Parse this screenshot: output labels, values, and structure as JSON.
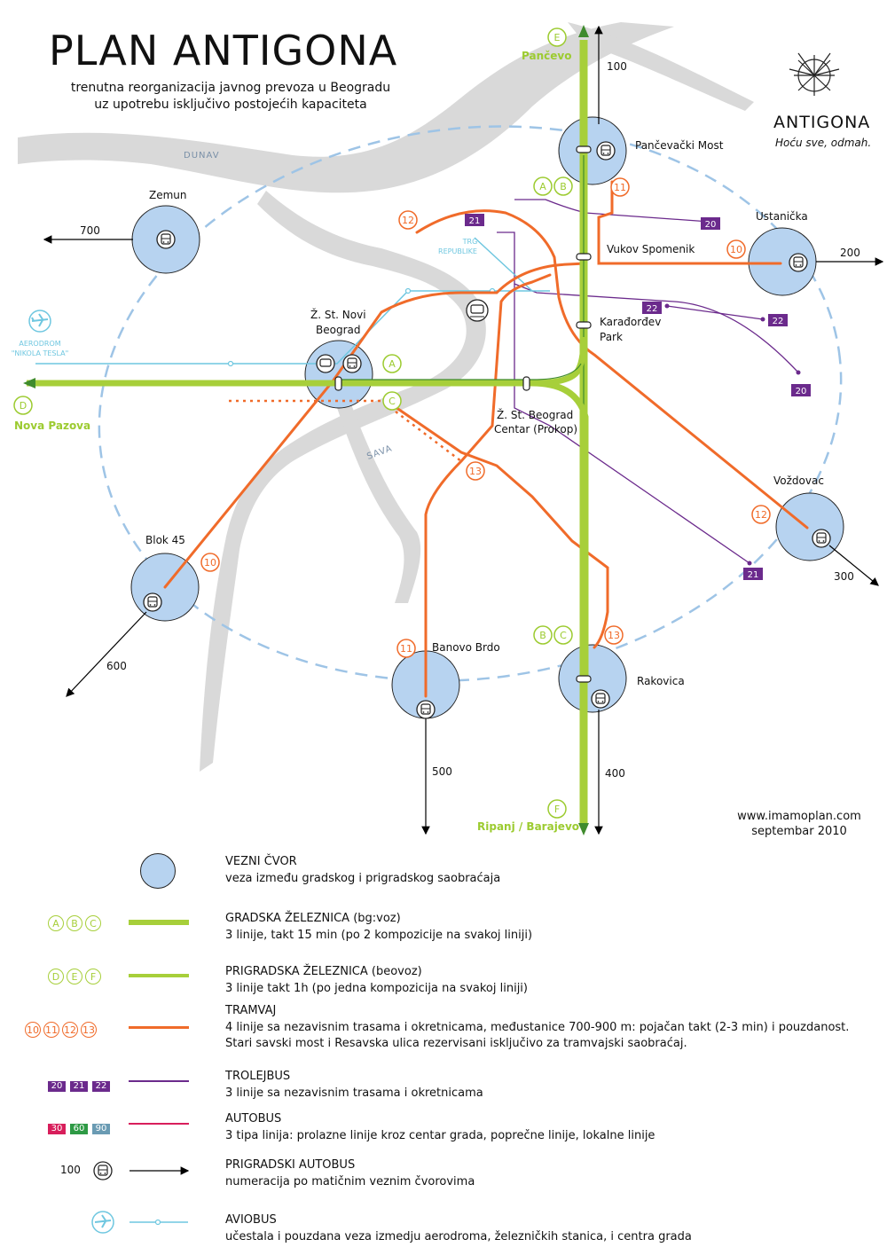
{
  "title": "PLAN ANTIGONA",
  "subtitle": [
    "trenutna reorganizacija javnog prevoza u Beogradu",
    "uz upotrebu isključivo postojećih kapaciteta"
  ],
  "logo": {
    "name": "ANTIGONA",
    "slogan": "Hoću sve, odmah.",
    "icon": "antigona-logo-icon"
  },
  "website": {
    "url": "www.imamoplan.com",
    "date": "septembar 2010"
  },
  "colors": {
    "rail": "#a7cf3a",
    "rail_dark": "#3f8b2d",
    "tram": "#f06b2a",
    "trolley": "#6b2a8c",
    "airport": "#6fc7e0",
    "node": "#b7d3f0",
    "river": "#d6d6d6",
    "bus30": "#d81e5b",
    "bus60": "#2e9a45",
    "bus90": "#6a9bb3"
  },
  "map": {
    "rivers": {
      "dunav": "DUNAV",
      "sava": "SAVA"
    },
    "nodes": {
      "pancevacki_most": "Pančevački Most",
      "zemun": "Zemun",
      "ustanicka": "Ustanička",
      "novi_beograd": [
        "Ž. St. Novi",
        "Beograd"
      ],
      "vozdovac": "Voždovac",
      "blok45": "Blok 45",
      "banovo_brdo": "Banovo Brdo",
      "rakovica": "Rakovica"
    },
    "stations": {
      "vukov_spomenik": "Vukov Spomenik",
      "karadjordjev_park": [
        "Karađorđev",
        "Park"
      ],
      "prokop": [
        "Ž. St. Beograd",
        "Centar (Prokop)"
      ],
      "trg_republike": [
        "TRG",
        "REPUBLIKE"
      ],
      "aerodrom": [
        "AERODROM",
        "\"NIKOLA TESLA\""
      ]
    },
    "terminals": {
      "pancevo": "Pančevo",
      "nova_pazova": "Nova Pazova",
      "ripanj": "Ripanj / Barajevo"
    },
    "rail_letters": {
      "a": "A",
      "b": "B",
      "c": "C",
      "d": "D",
      "e": "E",
      "f": "F"
    },
    "tram_lines": {
      "l10": "10",
      "l11": "11",
      "l12": "12",
      "l13": "13"
    },
    "trolley_lines": {
      "l20": "20",
      "l21": "21",
      "l22": "22"
    },
    "bus_numbers": {
      "b100": "100",
      "b200": "200",
      "b300": "300",
      "b400": "400",
      "b500": "500",
      "b600": "600",
      "b700": "700"
    }
  },
  "legend": [
    {
      "title": "VEZNI ČVOR",
      "desc": [
        "veza između gradskog i prigradskog saobraćaja"
      ]
    },
    {
      "title": "GRADSKA ŽELEZNICA (bg:voz)",
      "desc": [
        "3 linije, takt 15 min (po 2 kompozicije na svakoj liniji)"
      ],
      "symbols": [
        "A",
        "B",
        "C"
      ]
    },
    {
      "title": "PRIGRADSKA ŽELEZNICA (beovoz)",
      "desc": [
        "3 linije takt 1h (po jedna kompozicija na svakoj liniji)"
      ],
      "symbols": [
        "D",
        "E",
        "F"
      ]
    },
    {
      "title": "TRAMVAJ",
      "desc": [
        "4 linije sa nezavisnim trasama i okretnicama, međustanice 700-900 m: pojačan takt (2-3 min) i pouzdanost.",
        "Stari savski most i Resavska ulica rezervisani isključivo za tramvajski saobraćaj."
      ],
      "symbols": [
        "10",
        "11",
        "12",
        "13"
      ]
    },
    {
      "title": "TROLEJBUS",
      "desc": [
        "3 linije sa nezavisnim trasama i okretnicama"
      ],
      "symbols": [
        "20",
        "21",
        "22"
      ]
    },
    {
      "title": "AUTOBUS",
      "desc": [
        "3 tipa linija: prolazne linije kroz centar grada, poprečne linije, lokalne linije"
      ],
      "symbols": [
        "30",
        "60",
        "90"
      ]
    },
    {
      "title": "PRIGRADSKI AUTOBUS",
      "desc": [
        "numeracija po matičnim veznim čvorovima"
      ],
      "symbols": [
        "100"
      ]
    },
    {
      "title": "AVIOBUS",
      "desc": [
        "učestala i pouzdana veza izmedju aerodroma, železničkih stanica, i centra grada"
      ]
    }
  ]
}
